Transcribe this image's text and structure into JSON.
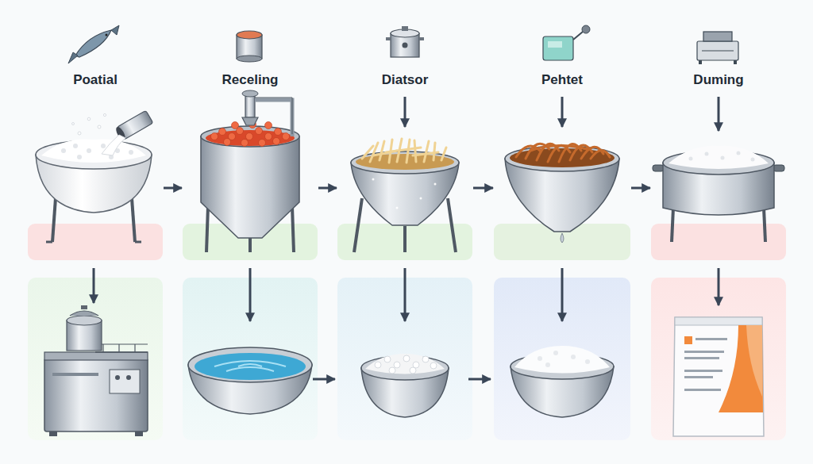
{
  "diagram": {
    "nodes": [
      {
        "text": [
          "Poatial"
        ]
      },
      {
        "text": [
          "Receling"
        ]
      },
      {
        "text": [
          "Diatsor"
        ]
      },
      {
        "text": [
          "Pehtet"
        ]
      },
      {
        "text": [
          "Duming"
        ]
      }
    ],
    "edges": [
      {
        "from": 0,
        "to": 1,
        "arrow": "to"
      },
      {
        "from": 1,
        "to": 2,
        "arrow": "to"
      },
      {
        "from": 2,
        "to": 3,
        "arrow": "to"
      },
      {
        "from": 3,
        "to": 4,
        "arrow": "to"
      }
    ]
  }
}
